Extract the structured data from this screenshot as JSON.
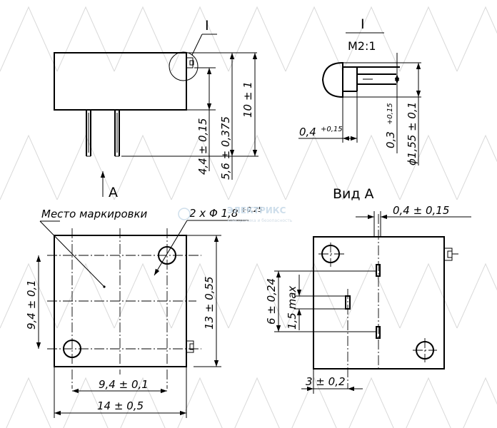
{
  "top_view": {
    "detail_marker": "I",
    "arrow_label": "A",
    "dim_height_pin": "4,4 ± 0,15",
    "dim_height_body": "5,6 ± 0,375",
    "dim_height_total": "10 ± 1"
  },
  "detail": {
    "label": "I",
    "scale": "М2:1",
    "dim_pin_length": "0,4",
    "dim_pin_length_tol": "+0,15",
    "dim_pin_width": "0,3",
    "dim_pin_width_tol": "+0,15",
    "dim_head_diameter": "ϕ1,55 ± 0,1"
  },
  "front_view": {
    "marking_label": "Место маркировки",
    "holes_label": "2 x Φ 1,8",
    "holes_tol": "+0,25",
    "dim_width_inner": "9,4 ± 0,1",
    "dim_width_total": "14 ± 0,5",
    "dim_height_inner": "9,4 ± 0,1",
    "dim_height_total": "13 ± 0,55"
  },
  "view_a": {
    "title": "Вид А",
    "dim_pin_offset": "0,4 ± 0,15",
    "dim_pin_spacing": "6 ± 0,24",
    "dim_pin_max": "1,5 max",
    "dim_left_offset": "3 ± 0,2"
  },
  "watermark": {
    "brand": "ЭЛЕКТРИКС",
    "tagline": "электроника и безопасность"
  }
}
